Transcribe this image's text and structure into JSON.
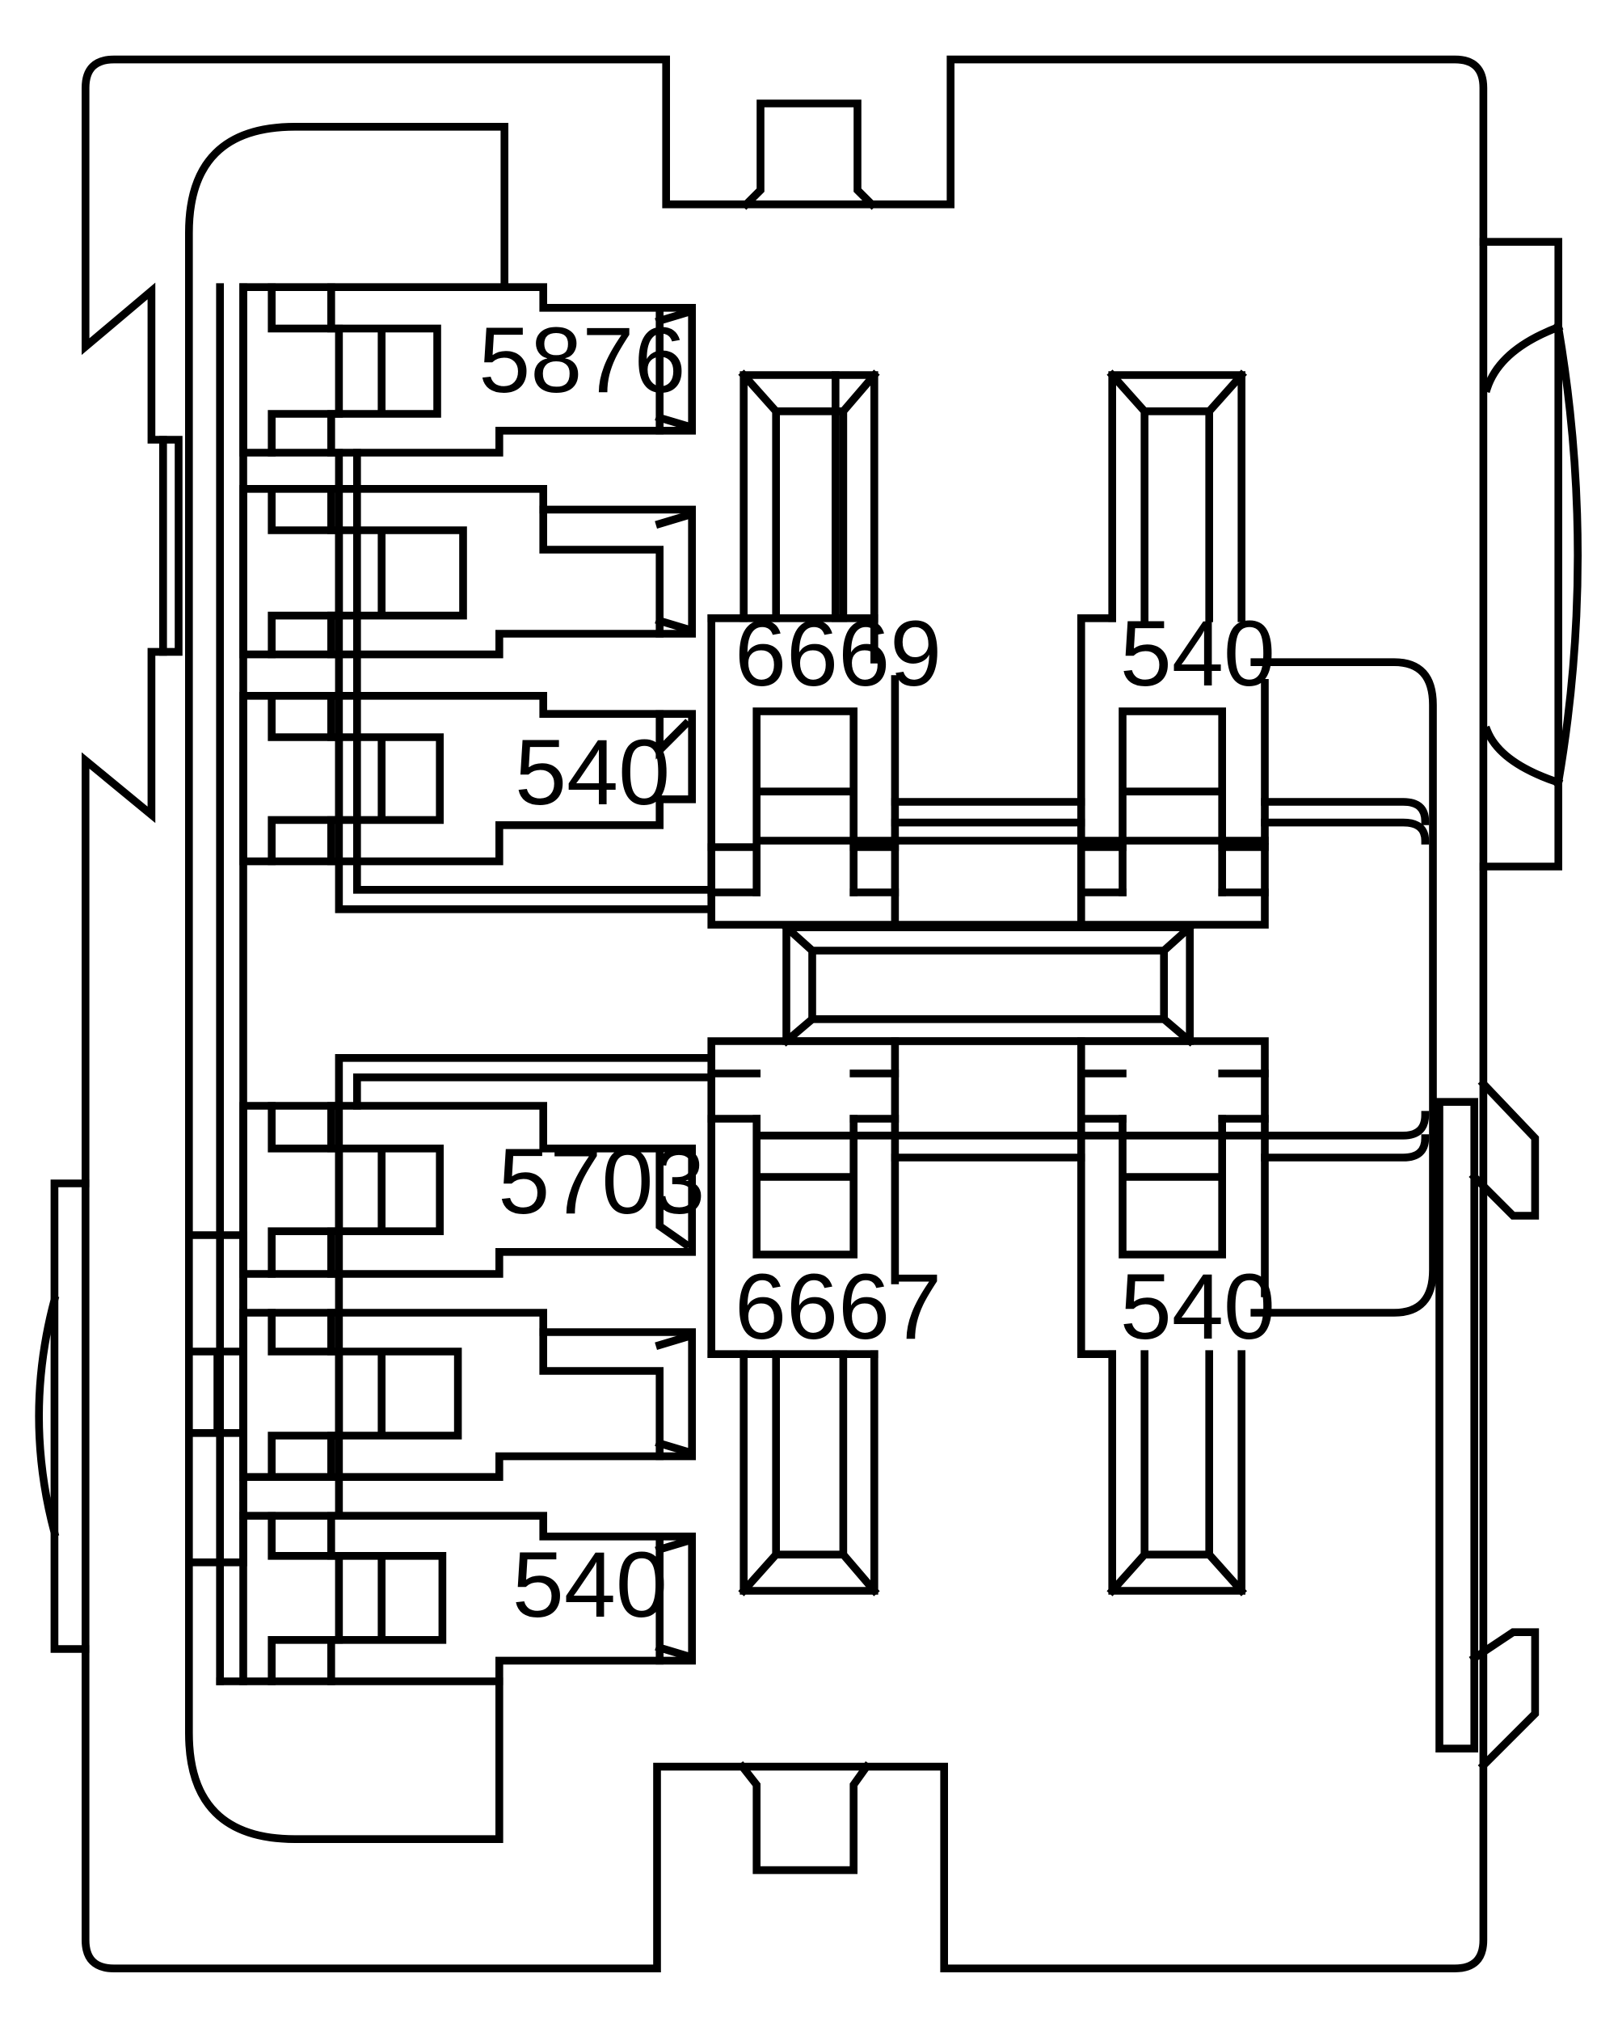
{
  "diagram": {
    "labels": {
      "relay_top_left_upper": "5876",
      "relay_top_left_lower": "540",
      "relay_bottom_left_upper": "5703",
      "relay_bottom_left_lower": "540",
      "terminal_top_left": "6669",
      "terminal_top_right": "540",
      "terminal_bottom_left": "6667",
      "terminal_bottom_right": "540"
    },
    "colors": {
      "line": "#000000",
      "background": "#ffffff"
    }
  }
}
